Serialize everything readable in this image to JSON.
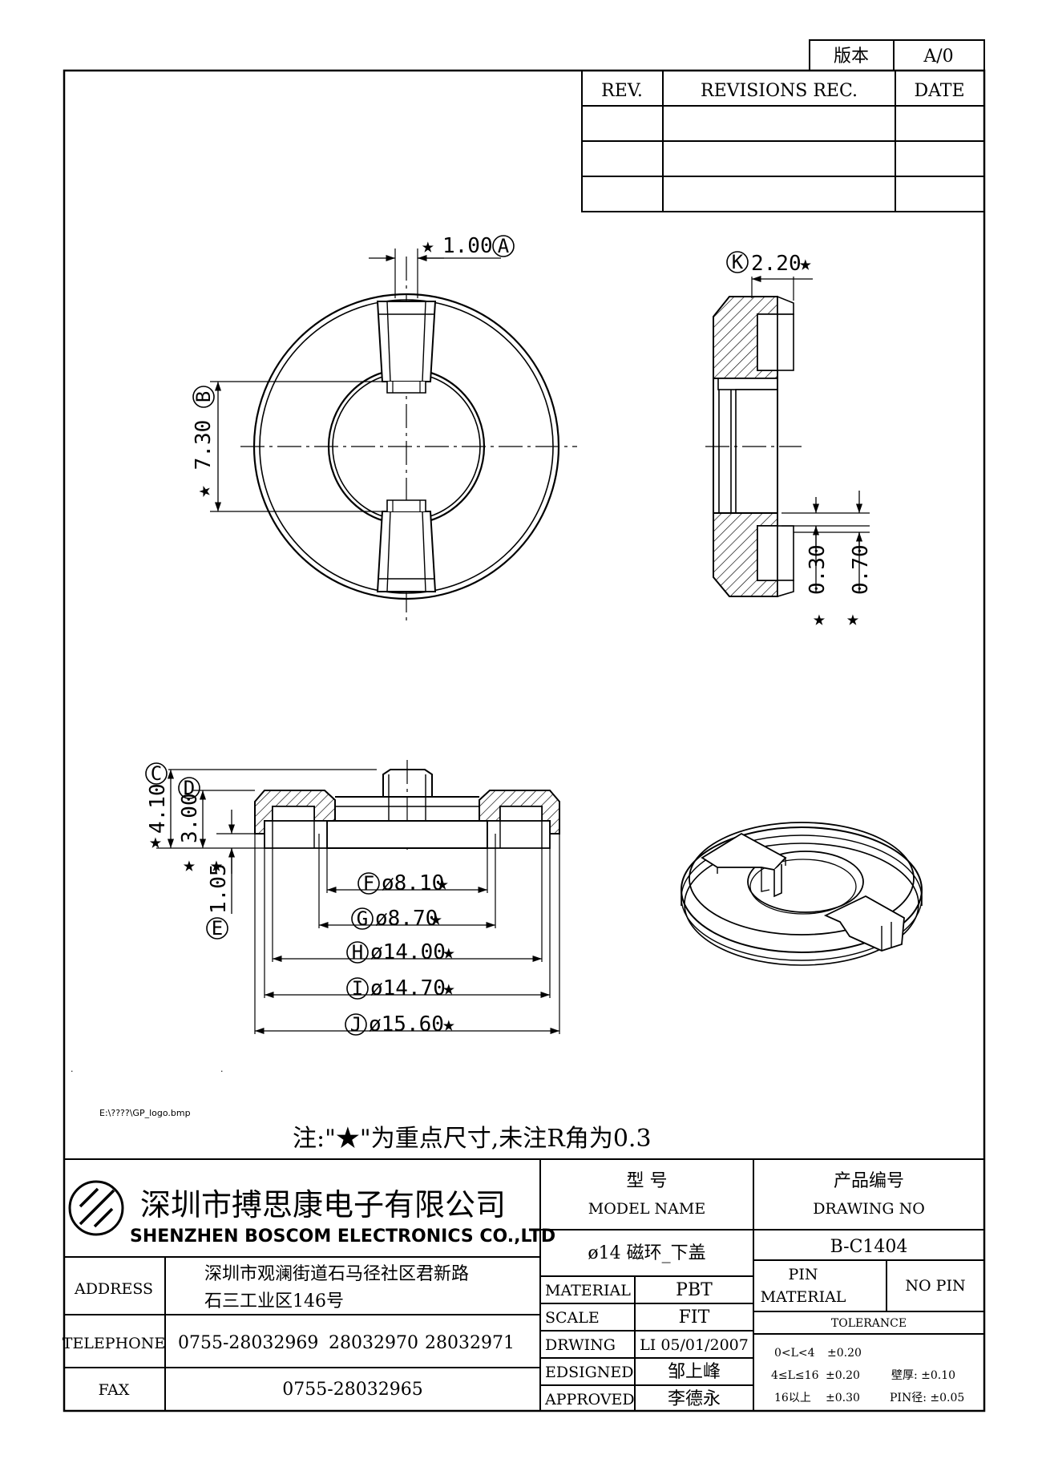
{
  "version_box": {
    "label": "版本",
    "value": "A/0"
  },
  "revision_table": {
    "headers": [
      "REV.",
      "REVISIONS REC.",
      "DATE"
    ],
    "rows": [
      [
        "",
        "",
        ""
      ],
      [
        "",
        "",
        ""
      ],
      [
        "",
        "",
        ""
      ]
    ]
  },
  "top_view": {
    "dim_a": "1.00",
    "label_a": "A",
    "dim_b": "7.30",
    "label_b": "B"
  },
  "side_view": {
    "dim_k": "2.20",
    "label_k": "K",
    "dim_1": "0.30",
    "dim_2": "0.70"
  },
  "front_view": {
    "dim_c": "4.10",
    "label_c": "C",
    "dim_d": "3.00",
    "label_d": "D",
    "dim_e": "1.05",
    "label_e": "E",
    "dia_f": "ø8.10",
    "label_f": "F",
    "dia_g": "ø8.70",
    "label_g": "G",
    "dia_h": "ø14.00",
    "label_h": "H",
    "dia_i": "ø14.70",
    "label_i": "I",
    "dia_j": "ø15.60",
    "label_j": "J"
  },
  "star": "★",
  "logo_path": "E:\\????\\GP_logo.bmp",
  "note": "注:\"★\"为重点尺寸,未注R角为0.3",
  "company": {
    "name_cn": "深圳市搏思康电子有限公司",
    "name_en": "SHENZHEN BOSCOM ELECTRONICS CO.,LTD",
    "address_label": "ADDRESS",
    "address_line1": "深圳市观澜街道石马径社区君新路",
    "address_line2": "石三工业区146号",
    "telephone_label": "TELEPHONE",
    "tel1": "0755-28032969",
    "tel2": "28032970",
    "tel3": "28032971",
    "fax_label": "FAX",
    "fax": "0755-28032965"
  },
  "title_block": {
    "model_label_cn": "型    号",
    "model_label_en": "MODEL NAME",
    "model_value": "ø14 磁环_下盖",
    "drawing_label_cn": "产品编号",
    "drawing_label_en": "DRAWING NO",
    "drawing_value": "B-C1404",
    "material_label": "MATERIAL",
    "material_value": "PBT",
    "scale_label": "SCALE",
    "scale_value": "FIT",
    "drwing_label": "DRWING",
    "drwing_value": "LI 05/01/2007",
    "edsigned_label": "EDSIGNED",
    "edsigned_value": "邹上峰",
    "approved_label": "APPROVED",
    "approved_value": "李德永",
    "pin_label1": "PIN",
    "pin_label2": "MATERIAL",
    "pin_value": "NO PIN",
    "tolerance_label": "TOLERANCE",
    "tol_1a": "0<L<4",
    "tol_1b": "±0.20",
    "tol_2a": "4≤L≤16",
    "tol_2b": "±0.20",
    "tol_2c": "壁厚: ±0.10",
    "tol_3a": "16以上",
    "tol_3b": "±0.30",
    "tol_3c": "PIN径: ±0.05"
  }
}
